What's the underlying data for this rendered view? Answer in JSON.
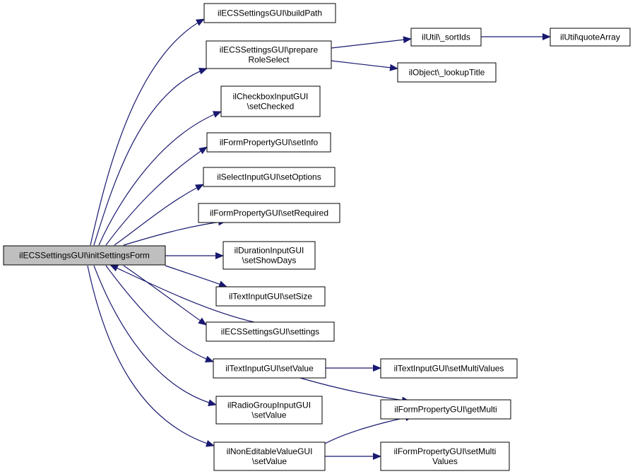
{
  "colors": {
    "edge": "#191970",
    "node_fill": "#ffffff",
    "root_fill": "#bfbfbf",
    "border": "#000000"
  },
  "nodes": {
    "root": [
      "ilECSSettingsGUI\\initSettingsForm"
    ],
    "buildPath": [
      "ilECSSettingsGUI\\buildPath"
    ],
    "prepareRoleSelect": [
      "ilECSSettingsGUI\\prepare",
      "RoleSelect"
    ],
    "sortIds": [
      "ilUtil\\_sortIds"
    ],
    "quoteArray": [
      "ilUtil\\quoteArray"
    ],
    "lookupTitle": [
      "ilObject\\_lookupTitle"
    ],
    "setChecked": [
      "ilCheckboxInputGUI",
      "\\setChecked"
    ],
    "setInfo": [
      "ilFormPropertyGUI\\setInfo"
    ],
    "setOptions": [
      "ilSelectInputGUI\\setOptions"
    ],
    "setRequired": [
      "ilFormPropertyGUI\\setRequired"
    ],
    "setShowDays": [
      "ilDurationInputGUI",
      "\\setShowDays"
    ],
    "setSize": [
      "ilTextInputGUI\\setSize"
    ],
    "settings": [
      "ilECSSettingsGUI\\settings"
    ],
    "textSetValue": [
      "ilTextInputGUI\\setValue"
    ],
    "setMultiValuesText": [
      "ilTextInputGUI\\setMultiValues"
    ],
    "radioSetValue": [
      "ilRadioGroupInputGUI",
      "\\setValue"
    ],
    "getMulti": [
      "ilFormPropertyGUI\\getMulti"
    ],
    "nonEditSetValue": [
      "ilNonEditableValueGUI",
      "\\setValue"
    ],
    "setMultiValuesForm": [
      "ilFormPropertyGUI\\setMulti",
      "Values"
    ]
  },
  "edges": [
    [
      "root",
      "buildPath"
    ],
    [
      "root",
      "prepareRoleSelect"
    ],
    [
      "root",
      "setChecked"
    ],
    [
      "root",
      "setInfo"
    ],
    [
      "root",
      "setOptions"
    ],
    [
      "root",
      "setRequired"
    ],
    [
      "root",
      "setShowDays"
    ],
    [
      "root",
      "setSize"
    ],
    [
      "root",
      "settings"
    ],
    [
      "root",
      "textSetValue"
    ],
    [
      "root",
      "radioSetValue"
    ],
    [
      "root",
      "nonEditSetValue"
    ],
    [
      "settings",
      "root"
    ],
    [
      "prepareRoleSelect",
      "sortIds"
    ],
    [
      "prepareRoleSelect",
      "lookupTitle"
    ],
    [
      "sortIds",
      "quoteArray"
    ],
    [
      "textSetValue",
      "setMultiValuesText"
    ],
    [
      "textSetValue",
      "getMulti"
    ],
    [
      "nonEditSetValue",
      "getMulti"
    ],
    [
      "nonEditSetValue",
      "setMultiValuesForm"
    ]
  ]
}
